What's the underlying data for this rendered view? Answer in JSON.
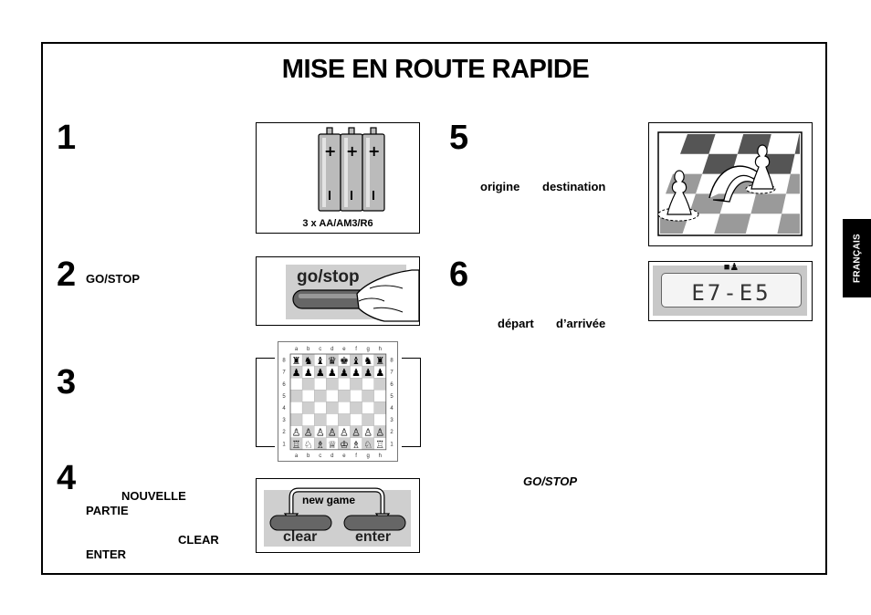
{
  "page": {
    "title": "MISE EN ROUTE RAPIDE",
    "side_tab": "FRANÇAIS"
  },
  "steps": {
    "s1": {
      "number": "1",
      "caption": "3 x AA/AM3/R6"
    },
    "s2": {
      "number": "2",
      "text": "GO/STOP",
      "button_label": "go/stop"
    },
    "s3": {
      "number": "3",
      "files": [
        "a",
        "b",
        "c",
        "d",
        "e",
        "f",
        "g",
        "h"
      ],
      "ranks": [
        "8",
        "7",
        "6",
        "5",
        "4",
        "3",
        "2",
        "1"
      ]
    },
    "s4": {
      "number": "4",
      "text_a": "NOUVELLE",
      "text_b": "PARTIE",
      "text_c": "CLEAR",
      "text_d": "ENTER",
      "new_game": "new game",
      "clear": "clear",
      "enter": "enter"
    },
    "s5": {
      "number": "5",
      "text_a": "origine",
      "text_b": "destination"
    },
    "s6": {
      "number": "6",
      "text_a": "départ",
      "text_b": "d’arrivée",
      "display": "E7-E5",
      "display_symbols": "■♟"
    },
    "footer": {
      "text": "GO/STOP"
    }
  }
}
